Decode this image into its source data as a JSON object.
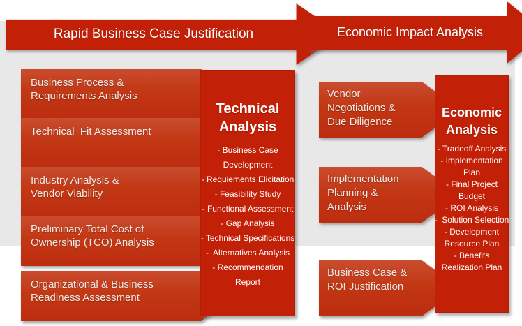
{
  "banners": {
    "left": "Rapid Business Case Justification",
    "right": "Economic Impact Analysis"
  },
  "left_arrows": [
    "Business Process &\nRequirements Analysis",
    "Technical  Fit Assessment",
    "Industry Analysis &\nVendor Viability",
    "Preliminary Total Cost of\nOwnership (TCO) Analysis",
    "Organizational & Business\nReadiness Assessment"
  ],
  "technical_box": {
    "title": "Technical Analysis",
    "items": [
      "- Business Case\nDevelopment",
      "- Requiements Elicitation",
      "- Feasibility Study",
      "- Functional Assessment",
      "- Gap Analysis",
      "- Technical Specifications",
      "-  Alternatives Analysis",
      "- Recommendation\nReport"
    ]
  },
  "right_arrows": [
    "Vendor\nNegotiations &\nDue Diligence",
    "Implementation\nPlanning &\nAnalysis",
    "Business Case &\nROI Justification"
  ],
  "economic_box": {
    "title": "Economic Analysis",
    "items": [
      "- Tradeoff Analysis",
      "- Implementation\nPlan",
      "- Final Project\nBudget",
      "- ROI Analysis",
      "-  Solution Selection",
      "- Development\nResource Plan",
      "- Benefits\nRealization Plan"
    ]
  },
  "colors": {
    "shape_red": "#c32008",
    "arrow_gradient_top": "#c94c2e",
    "arrow_gradient_bottom": "#bc2d0f",
    "panel_gray": "#e9e8e8",
    "banner_text": "#ffffff",
    "arrow_text": "#f1eae6"
  }
}
